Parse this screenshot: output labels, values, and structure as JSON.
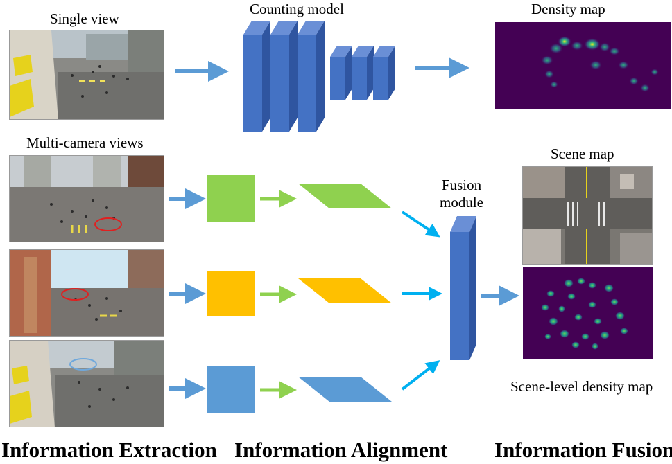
{
  "labels": {
    "single_view": "Single view",
    "counting_model": "Counting model",
    "density_map": "Density map",
    "multi_camera_views": "Multi-camera views",
    "scene_map": "Scene map",
    "fusion_module": "Fusion\nmodule",
    "scene_level_density_map": "Scene-level density map"
  },
  "sections": {
    "extraction": "Information Extraction",
    "alignment": "Information Alignment",
    "fusion": "Information Fusion"
  },
  "colors": {
    "view1_feature": "#8fd14f",
    "view2_feature": "#ffc000",
    "view3_feature": "#5b9bd5",
    "model_block": "#4472c4",
    "arrow_blue": "#5b9bd5",
    "arrow_green": "#8fd14f",
    "arrow_cyan": "#00b0f0",
    "density_bg": "#440154",
    "highlight_red": "#e02020",
    "highlight_blue": "#6fa8dc"
  }
}
